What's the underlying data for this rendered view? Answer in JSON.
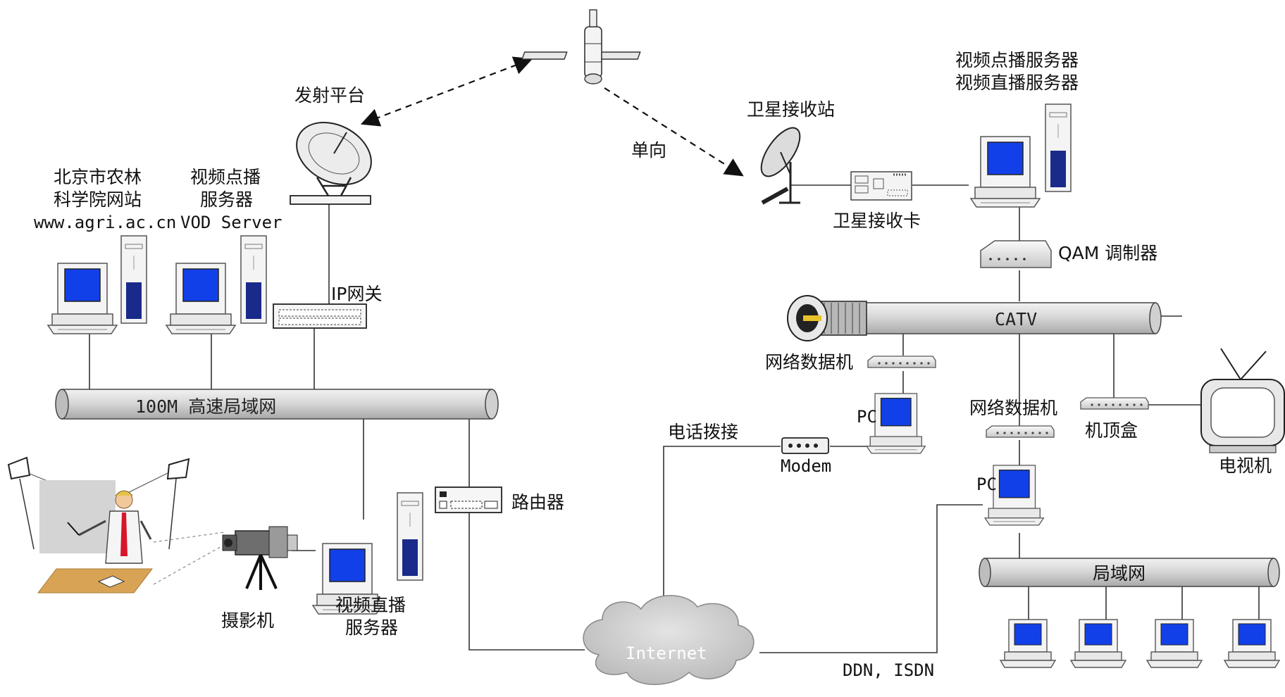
{
  "labels": {
    "transmit_platform": "发射平台",
    "one_way": "单向",
    "sat_station": "卫星接收站",
    "sat_card": "卫星接收卡",
    "vod_server_right_1": "视频点播服务器",
    "vod_server_right_2": "视频直播服务器",
    "qam": "QAM 调制器",
    "catv": "CATV",
    "net_modem_1": "网络数据机",
    "net_modem_2": "网络数据机",
    "pc_1": "PC",
    "pc_2": "PC",
    "set_top_box": "机顶盒",
    "tv": "电视机",
    "lan_right": "局域网",
    "phone_dial": "电话拨接",
    "modem": "Modem",
    "internet": "Internet",
    "ddn_isdn": "DDN, ISDN",
    "site_line1": "北京市农林",
    "site_line2": "科学院网站",
    "site_url": "www.agri.ac.cn",
    "vod_left_1": "视频点播",
    "vod_left_2": "服务器",
    "vod_left_3": "VOD Server",
    "ip_gateway": "IP网关",
    "lan_left": "100M 高速局域网",
    "router": "路由器",
    "camera": "摄影机",
    "live_server_1": "视频直播",
    "live_server_2": "服务器"
  },
  "colors": {
    "screen": "#1240e8",
    "tower_stripe": "#1a2a8a",
    "pipe_fill": "#d6d6d6",
    "cloud": "#cfcfcf",
    "tie": "#d8162a",
    "desk": "#d9a356",
    "board": "#d4d4d4"
  },
  "icons": {
    "satellite": "satellite-icon",
    "dish": "satellite-dish-icon",
    "computer": "desktop-computer-icon",
    "tv": "television-icon",
    "camera": "video-camera-icon",
    "cloud": "cloud-icon",
    "presenter": "presenter-icon"
  }
}
